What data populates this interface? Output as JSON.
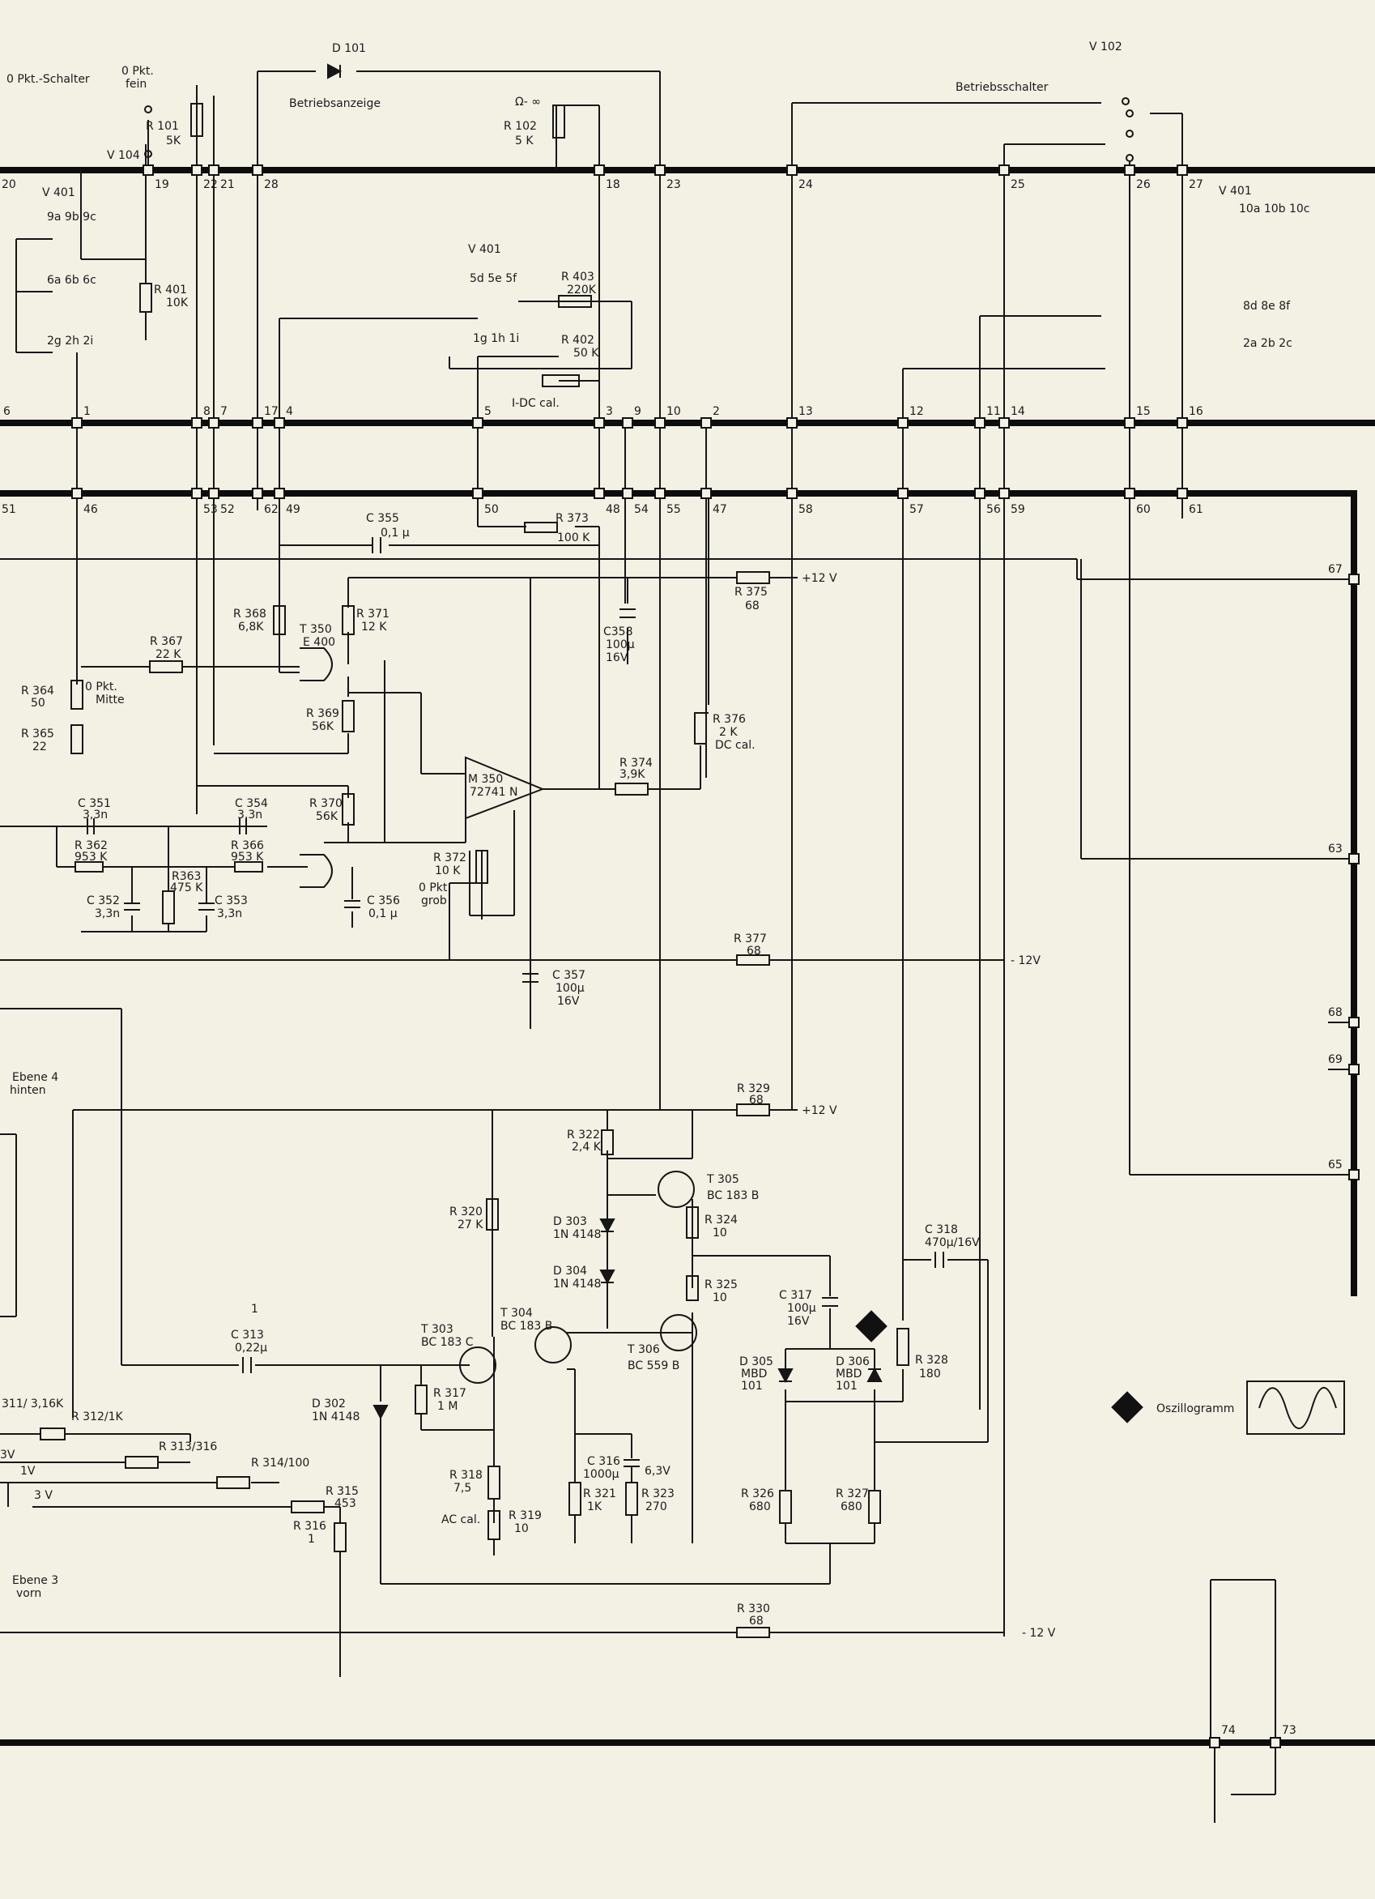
{
  "colors": {
    "paper": "#f3f0e4",
    "ink": "#161616",
    "bus": "#0d0d0d"
  },
  "pins_bus1": [
    {
      "t": "20",
      "a": "20"
    },
    {
      "t": "19",
      "a": "19"
    },
    {
      "t": "22",
      "a": "22"
    },
    {
      "t": "21",
      "a": "21"
    },
    {
      "t": "28",
      "a": "28"
    },
    {
      "t": "18",
      "a": "18"
    },
    {
      "t": "23",
      "a": "23"
    },
    {
      "t": "24",
      "a": "24"
    },
    {
      "t": "25",
      "a": "25"
    },
    {
      "t": "26",
      "a": "26"
    },
    {
      "t": "27",
      "a": "27"
    }
  ],
  "pins_bus2": [
    {
      "t": "6",
      "a": "6"
    },
    {
      "t": "1",
      "a": "1"
    },
    {
      "t": "8",
      "a": "8"
    },
    {
      "t": "7",
      "a": "7"
    },
    {
      "t": "17",
      "a": "17"
    },
    {
      "t": "4",
      "a": "4"
    },
    {
      "t": "5",
      "a": "5"
    },
    {
      "t": "3",
      "a": "3"
    },
    {
      "t": "9",
      "a": "9"
    },
    {
      "t": "10",
      "a": "10"
    },
    {
      "t": "2",
      "a": "2"
    },
    {
      "t": "13",
      "a": "13"
    },
    {
      "t": "12",
      "a": "12"
    },
    {
      "t": "11",
      "a": "11"
    },
    {
      "t": "14",
      "a": "14"
    },
    {
      "t": "15",
      "a": "15"
    },
    {
      "t": "16",
      "a": "16"
    }
  ],
  "pins_bus3": [
    {
      "t": "51",
      "a": "51"
    },
    {
      "t": "46",
      "a": "46"
    },
    {
      "t": "53",
      "a": "53"
    },
    {
      "t": "52",
      "a": "52"
    },
    {
      "t": "62",
      "a": "62"
    },
    {
      "t": "49",
      "a": "49"
    },
    {
      "t": "50",
      "a": "50"
    },
    {
      "t": "48",
      "a": "48"
    },
    {
      "t": "54",
      "a": "54"
    },
    {
      "t": "55",
      "a": "55"
    },
    {
      "t": "47",
      "a": "47"
    },
    {
      "t": "58",
      "a": "58"
    },
    {
      "t": "57",
      "a": "57"
    },
    {
      "t": "56",
      "a": "56"
    },
    {
      "t": "59",
      "a": "59"
    },
    {
      "t": "60",
      "a": "60"
    },
    {
      "t": "61",
      "a": "61"
    }
  ],
  "pins_right": [
    {
      "t": "67",
      "a": "67"
    },
    {
      "t": "63",
      "a": "63"
    },
    {
      "t": "68",
      "a": "68"
    },
    {
      "t": "69",
      "a": "69"
    },
    {
      "t": "65",
      "a": "65"
    }
  ],
  "pins_bottom": [
    {
      "t": "74",
      "a": "74"
    },
    {
      "t": "73",
      "a": "73"
    }
  ],
  "labels": [
    {
      "t": "0 Pkt.-Schalter",
      "a": "l_0pktschalter"
    },
    {
      "t": "0 Pkt.",
      "a": "l_0pkt"
    },
    {
      "t": "fein",
      "a": "l_fein"
    },
    {
      "t": "D 101",
      "a": "l_d101"
    },
    {
      "t": "Betriebsanzeige",
      "a": "l_betriebsanzeige"
    },
    {
      "t": "V 102",
      "a": "l_v102"
    },
    {
      "t": "Betriebsschalter",
      "a": "l_betriebsschalter"
    },
    {
      "t": "Ω- ∞",
      "a": "l_omega"
    },
    {
      "t": "R 101",
      "a": "l_r101"
    },
    {
      "t": "5K",
      "a": "l_r101v"
    },
    {
      "t": "R 102",
      "a": "l_r102"
    },
    {
      "t": "5 K",
      "a": "l_r102v"
    },
    {
      "t": "V 104",
      "a": "l_v104"
    },
    {
      "t": "V 401",
      "a": "l_v401a"
    },
    {
      "t": "9a 9b 9c",
      "a": "l_9abc"
    },
    {
      "t": "6a 6b 6c",
      "a": "l_6abc"
    },
    {
      "t": "2g 2h 2i",
      "a": "l_2ghi"
    },
    {
      "t": "R 401",
      "a": "l_r401"
    },
    {
      "t": "10K",
      "a": "l_r401v"
    },
    {
      "t": "V 401",
      "a": "l_v401b"
    },
    {
      "t": "5d 5e 5f",
      "a": "l_5def"
    },
    {
      "t": "1g 1h 1i",
      "a": "l_1ghi"
    },
    {
      "t": "R 403",
      "a": "l_r403"
    },
    {
      "t": "220K",
      "a": "l_r403v"
    },
    {
      "t": "R 402",
      "a": "l_r402"
    },
    {
      "t": "50 K",
      "a": "l_r402v"
    },
    {
      "t": "I-DC cal.",
      "a": "l_idccal"
    },
    {
      "t": "V 401",
      "a": "l_v401c"
    },
    {
      "t": "10a 10b 10c",
      "a": "l_10abc"
    },
    {
      "t": "8d 8e 8f",
      "a": "l_8def"
    },
    {
      "t": "2a 2b 2c",
      "a": "l_2abc"
    },
    {
      "t": "C 355",
      "a": "l_c355"
    },
    {
      "t": "0,1 μ",
      "a": "l_c355v"
    },
    {
      "t": "R 373",
      "a": "l_r373"
    },
    {
      "t": "100 K",
      "a": "l_r373v"
    },
    {
      "t": "R 375",
      "a": "l_r375"
    },
    {
      "t": "68",
      "a": "l_r375v"
    },
    {
      "t": "+12 V",
      "a": "l_p12a"
    },
    {
      "t": "R 368",
      "a": "l_r368"
    },
    {
      "t": "6,8K",
      "a": "l_r368v"
    },
    {
      "t": "R 371",
      "a": "l_r371"
    },
    {
      "t": "12 K",
      "a": "l_r371v"
    },
    {
      "t": "T 350",
      "a": "l_t350"
    },
    {
      "t": "E 400",
      "a": "l_t350v"
    },
    {
      "t": "C358",
      "a": "l_c358"
    },
    {
      "t": "100μ",
      "a": "l_c358v"
    },
    {
      "t": "16V",
      "a": "l_c358w"
    },
    {
      "t": "R 367",
      "a": "l_r367"
    },
    {
      "t": "22 K",
      "a": "l_r367v"
    },
    {
      "t": "R 364",
      "a": "l_r364"
    },
    {
      "t": "50",
      "a": "l_r364v"
    },
    {
      "t": "0 Pkt.",
      "a": "l_0pktm"
    },
    {
      "t": "Mitte",
      "a": "l_mitte"
    },
    {
      "t": "R 365",
      "a": "l_r365"
    },
    {
      "t": "22",
      "a": "l_r365v"
    },
    {
      "t": "R 369",
      "a": "l_r369"
    },
    {
      "t": "56K",
      "a": "l_r369v"
    },
    {
      "t": "R 376",
      "a": "l_r376"
    },
    {
      "t": "2 K",
      "a": "l_r376v"
    },
    {
      "t": "DC cal.",
      "a": "l_dccal"
    },
    {
      "t": "M 350",
      "a": "l_m350"
    },
    {
      "t": "72741 N",
      "a": "l_m350v"
    },
    {
      "t": "R 374",
      "a": "l_r374"
    },
    {
      "t": "3,9K",
      "a": "l_r374v"
    },
    {
      "t": "C 351",
      "a": "l_c351"
    },
    {
      "t": "3,3n",
      "a": "l_c351v"
    },
    {
      "t": "C 354",
      "a": "l_c354"
    },
    {
      "t": "3,3n",
      "a": "l_c354v"
    },
    {
      "t": "R 362",
      "a": "l_r362"
    },
    {
      "t": "953 K",
      "a": "l_r362v"
    },
    {
      "t": "R 366",
      "a": "l_r366"
    },
    {
      "t": "953 K",
      "a": "l_r366v"
    },
    {
      "t": "R 370",
      "a": "l_r370"
    },
    {
      "t": "56K",
      "a": "l_r370v"
    },
    {
      "t": "R363",
      "a": "l_r363"
    },
    {
      "t": "475 K",
      "a": "l_r363v"
    },
    {
      "t": "C 352",
      "a": "l_c352"
    },
    {
      "t": "3,3n",
      "a": "l_c352v"
    },
    {
      "t": "C 353",
      "a": "l_c353"
    },
    {
      "t": "3,3n",
      "a": "l_c353v"
    },
    {
      "t": "C 356",
      "a": "l_c356"
    },
    {
      "t": "0,1 μ",
      "a": "l_c356v"
    },
    {
      "t": "R 372",
      "a": "l_r372"
    },
    {
      "t": "10 K",
      "a": "l_r372v"
    },
    {
      "t": "0 Pkt.",
      "a": "l_0pktg"
    },
    {
      "t": "grob",
      "a": "l_grob"
    },
    {
      "t": "R 377",
      "a": "l_r377"
    },
    {
      "t": "68",
      "a": "l_r377v"
    },
    {
      "t": "- 12V",
      "a": "l_m12a"
    },
    {
      "t": "C 357",
      "a": "l_c357"
    },
    {
      "t": "100μ",
      "a": "l_c357v"
    },
    {
      "t": "16V",
      "a": "l_c357w"
    },
    {
      "t": "Ebene 4",
      "a": "l_ebene4"
    },
    {
      "t": "hinten",
      "a": "l_hinten"
    },
    {
      "t": "R 329",
      "a": "l_r329"
    },
    {
      "t": "68",
      "a": "l_r329v"
    },
    {
      "t": "+12 V",
      "a": "l_p12b"
    },
    {
      "t": "R 322",
      "a": "l_r322"
    },
    {
      "t": "2,4 K",
      "a": "l_r322v"
    },
    {
      "t": "T 305",
      "a": "l_t305"
    },
    {
      "t": "BC 183 B",
      "a": "l_t305v"
    },
    {
      "t": "R 320",
      "a": "l_r320"
    },
    {
      "t": "27 K",
      "a": "l_r320v"
    },
    {
      "t": "D 303",
      "a": "l_d303"
    },
    {
      "t": "1N 4148",
      "a": "l_d303v"
    },
    {
      "t": "R 324",
      "a": "l_r324"
    },
    {
      "t": "10",
      "a": "l_r324v"
    },
    {
      "t": "C 318",
      "a": "l_c318"
    },
    {
      "t": "470μ/16V",
      "a": "l_c318v"
    },
    {
      "t": "D 304",
      "a": "l_d304"
    },
    {
      "t": "1N 4148",
      "a": "l_d304v"
    },
    {
      "t": "R 325",
      "a": "l_r325"
    },
    {
      "t": "10",
      "a": "l_r325v"
    },
    {
      "t": "C 317",
      "a": "l_c317"
    },
    {
      "t": "100μ",
      "a": "l_c317v"
    },
    {
      "t": "16V",
      "a": "l_c317w"
    },
    {
      "t": "T 304",
      "a": "l_t304"
    },
    {
      "t": "BC 183 B",
      "a": "l_t304v"
    },
    {
      "t": "T 303",
      "a": "l_t303"
    },
    {
      "t": "BC 183 C",
      "a": "l_t303v"
    },
    {
      "t": "T 306",
      "a": "l_t306"
    },
    {
      "t": "BC 559 B",
      "a": "l_t306v"
    },
    {
      "t": "C 313",
      "a": "l_c313"
    },
    {
      "t": "0,22μ",
      "a": "l_c313v"
    },
    {
      "t": "D 305",
      "a": "l_d305"
    },
    {
      "t": "MBD",
      "a": "l_d305v"
    },
    {
      "t": "101",
      "a": "l_d305w"
    },
    {
      "t": "D 306",
      "a": "l_d306"
    },
    {
      "t": "MBD",
      "a": "l_d306v"
    },
    {
      "t": "101",
      "a": "l_d306w"
    },
    {
      "t": "R 328",
      "a": "l_r328"
    },
    {
      "t": "180",
      "a": "l_r328v"
    },
    {
      "t": "R 317",
      "a": "l_r317"
    },
    {
      "t": "1 M",
      "a": "l_r317v"
    },
    {
      "t": "D 302",
      "a": "l_d302"
    },
    {
      "t": "1N 4148",
      "a": "l_d302v"
    },
    {
      "t": "Oszillogramm",
      "a": "l_oszillogramm"
    },
    {
      "t": "311/ 3,16K",
      "a": "l_r311"
    },
    {
      "t": "R 312/1K",
      "a": "l_r312"
    },
    {
      "t": "R 313/316",
      "a": "l_r313"
    },
    {
      "t": "R 314/100",
      "a": "l_r314"
    },
    {
      "t": "R 315",
      "a": "l_r315"
    },
    {
      "t": "453",
      "a": "l_r315v"
    },
    {
      "t": "R 316",
      "a": "l_r316"
    },
    {
      "t": "1",
      "a": "l_r316v"
    },
    {
      "t": "3V",
      "a": "l_3vb"
    },
    {
      "t": "1V",
      "a": "l_1v"
    },
    {
      "t": "3 V",
      "a": "l_3v"
    },
    {
      "t": "R 318",
      "a": "l_r318"
    },
    {
      "t": "7,5",
      "a": "l_r318v"
    },
    {
      "t": "AC cal.",
      "a": "l_accal"
    },
    {
      "t": "R 319",
      "a": "l_r319"
    },
    {
      "t": "10",
      "a": "l_r319v"
    },
    {
      "t": "C 316",
      "a": "l_c316"
    },
    {
      "t": "1000μ",
      "a": "l_c316v"
    },
    {
      "t": "6,3V",
      "a": "l_c316w"
    },
    {
      "t": "R 321",
      "a": "l_r321"
    },
    {
      "t": "1K",
      "a": "l_r321v"
    },
    {
      "t": "R 323",
      "a": "l_r323"
    },
    {
      "t": "270",
      "a": "l_r323v"
    },
    {
      "t": "R 326",
      "a": "l_r326"
    },
    {
      "t": "680",
      "a": "l_r326v"
    },
    {
      "t": "R 327",
      "a": "l_r327"
    },
    {
      "t": "680",
      "a": "l_r327v"
    },
    {
      "t": "Ebene 3",
      "a": "l_ebene3"
    },
    {
      "t": "vorn",
      "a": "l_vorn"
    },
    {
      "t": "R 330",
      "a": "l_r330"
    },
    {
      "t": "68",
      "a": "l_r330v"
    },
    {
      "t": "- 12 V",
      "a": "l_m12b"
    },
    {
      "t": "1",
      "a": "l_marker1"
    },
    {
      "t": "1",
      "a": "l_note1"
    }
  ]
}
